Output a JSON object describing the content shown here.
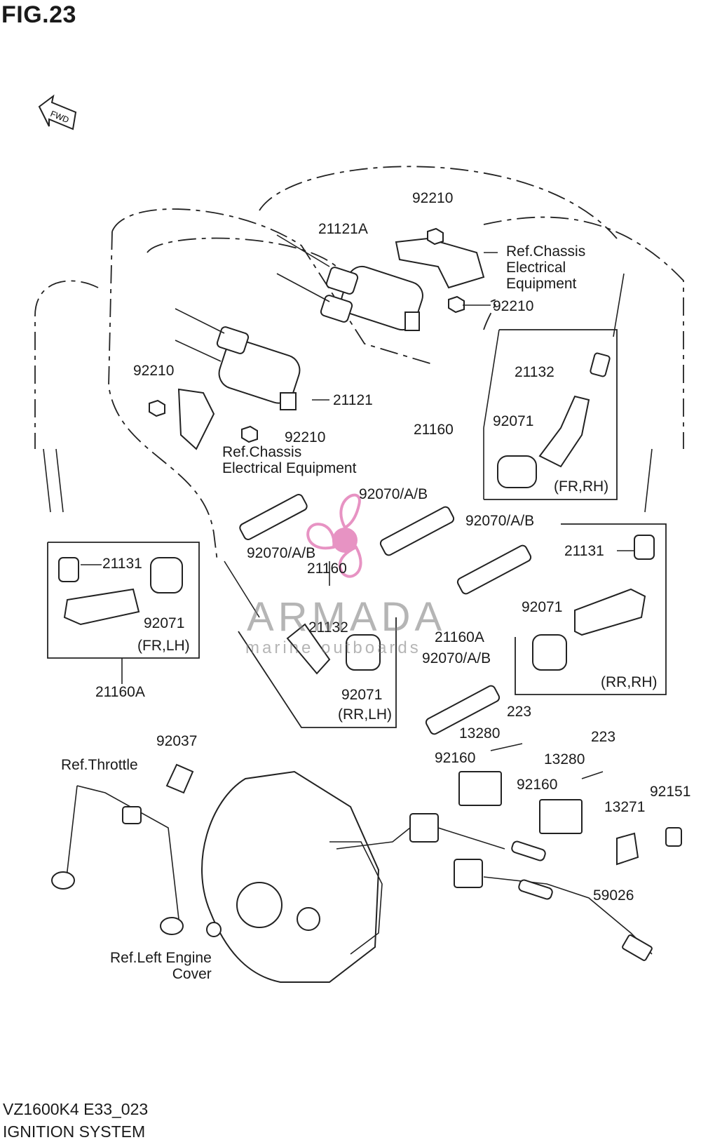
{
  "figure_title": "FIG.23",
  "footer": {
    "model": "VZ1600K4 E33_023",
    "system": "IGNITION SYSTEM"
  },
  "fwd_arrow_label": "FWD",
  "watermark": {
    "brand": "ARMADA",
    "tagline": "marine outboards",
    "color": "#e06fb0"
  },
  "labels": {
    "p92210_top": "92210",
    "p21121A": "21121A",
    "ref_chassis_rh": "Ref.Chassis\nElectrical\nEquipment",
    "p92210_rh": "92210",
    "p21132_fr": "21132",
    "p92210_lh": "92210",
    "p21121": "21121",
    "p21160_fr": "21160",
    "p92071_fr": "92071",
    "p92210_lower": "92210",
    "ref_chassis_lh": "Ref.Chassis\nElectrical Equipment",
    "frrh": "(FR,RH)",
    "p92070_a": "92070/A/B",
    "p92070_b": "92070/A/B",
    "p92070_c": "92070/A/B",
    "p21131_lh": "21131",
    "p21160_mid": "21160",
    "p21131_rh": "21131",
    "p92071_lh": "92071",
    "p92071_rh": "92071",
    "p21132_rr": "21132",
    "frlh": "(FR,LH)",
    "p21160A_rr": "21160A",
    "p92070_d": "92070/A/B",
    "p92071_rrlh": "92071",
    "rrrh": "(RR,RH)",
    "rrlh": "(RR,LH)",
    "p21160A_lh": "21160A",
    "p223_a": "223",
    "p92037": "92037",
    "p13280_a": "13280",
    "p223_b": "223",
    "ref_throttle": "Ref.Throttle",
    "p92160_a": "92160",
    "p13280_b": "13280",
    "p92160_b": "92160",
    "p92151": "92151",
    "p13271": "13271",
    "p59026": "59026",
    "ref_engine_cover": "Ref.Left Engine\nCover"
  },
  "icons": [
    "fwd-arrow-icon",
    "ignition-coil",
    "spark-plug",
    "plug-cap",
    "pickup-coil",
    "wiring-harness",
    "engine-cover",
    "throttle-cable"
  ]
}
